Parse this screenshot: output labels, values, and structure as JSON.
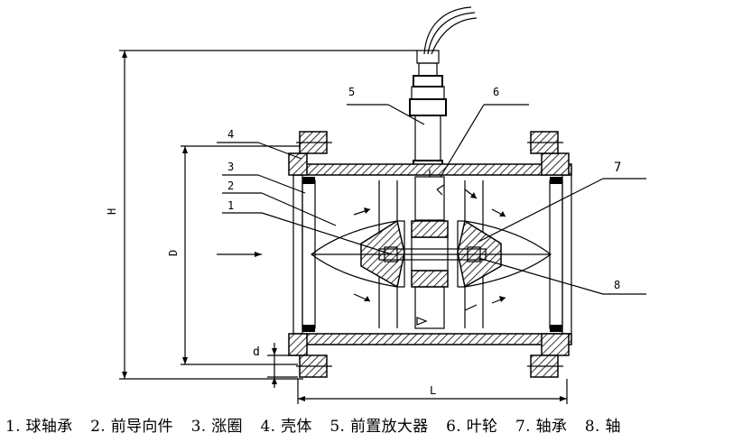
{
  "diagram": {
    "callouts": [
      "1",
      "2",
      "3",
      "4",
      "5",
      "6",
      "7",
      "8"
    ],
    "dimensions": {
      "height": "H",
      "diameter": "D",
      "length": "L",
      "bolt": "d"
    }
  },
  "legend": [
    {
      "num": "1.",
      "text": "球轴承"
    },
    {
      "num": "2.",
      "text": "前导向件"
    },
    {
      "num": "3.",
      "text": "涨圈"
    },
    {
      "num": "4.",
      "text": "壳体"
    },
    {
      "num": "5.",
      "text": "前置放大器"
    },
    {
      "num": "6.",
      "text": "叶轮"
    },
    {
      "num": "7.",
      "text": "轴承"
    },
    {
      "num": "8.",
      "text": "轴"
    }
  ]
}
